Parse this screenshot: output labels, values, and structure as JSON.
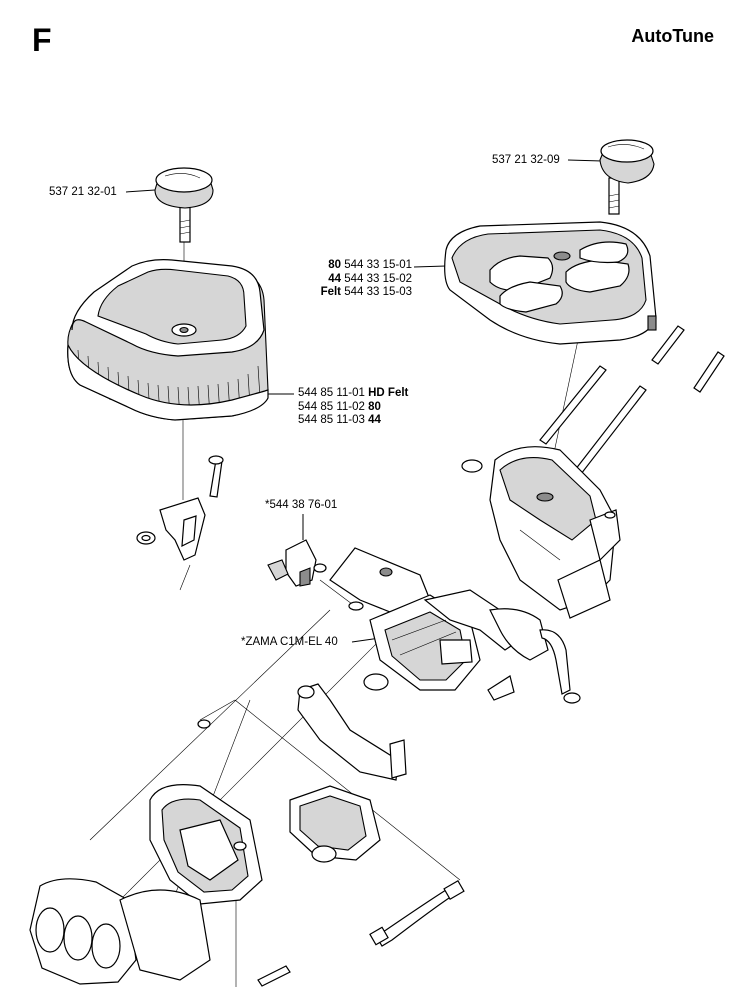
{
  "header": {
    "section_letter": "F",
    "title": "AutoTune"
  },
  "callouts": {
    "knob_left": "537 21 32-01",
    "knob_right": "537 21 32-09",
    "cover": [
      {
        "bold": "80",
        "text": " 544 33 15-01"
      },
      {
        "bold": "44",
        "text": " 544 33 15-02"
      },
      {
        "bold": "Felt",
        "text": " 544 33 15-03"
      }
    ],
    "filter": [
      {
        "text": "544 85 11-01 ",
        "bold": "HD Felt"
      },
      {
        "text": "544 85 11-02 ",
        "bold": "80"
      },
      {
        "text": "544 85 11-03 ",
        "bold": "44"
      }
    ],
    "sensor": "*544 38 76-01",
    "carburetor": "*ZAMA C1M-EL 40"
  }
}
